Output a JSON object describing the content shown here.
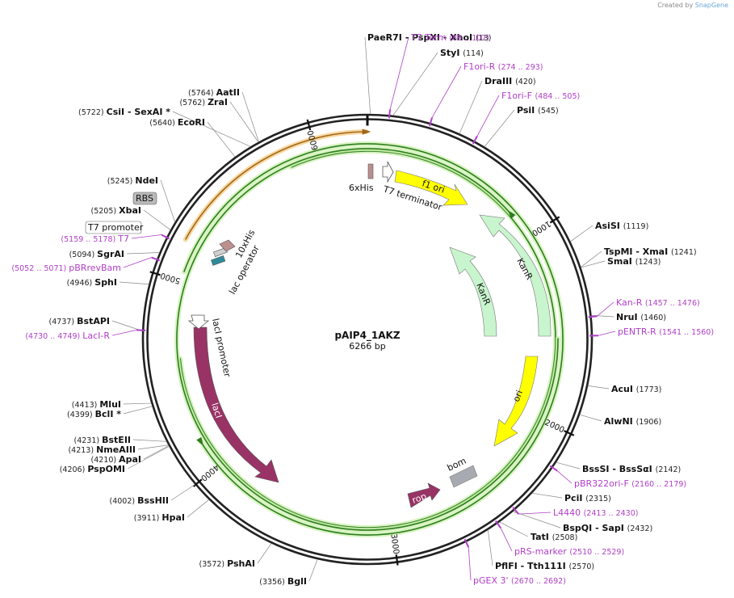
{
  "credit": {
    "prefix": "Created by",
    "brand": "SnapGene"
  },
  "plasmid": {
    "name": "pAIP4_1AKZ",
    "length_label": "6266 bp",
    "length": 6266
  },
  "ticks": [
    {
      "bp": 1000,
      "label": "1000"
    },
    {
      "bp": 2000,
      "label": "2000"
    },
    {
      "bp": 3000,
      "label": "3000"
    },
    {
      "bp": 4000,
      "label": "4000"
    },
    {
      "bp": 5000,
      "label": "5000"
    },
    {
      "bp": 6000,
      "label": "6000"
    }
  ],
  "sites": [
    {
      "text": "PaeR7I  - PspXI  - XhoI",
      "pos": "(13)",
      "bp": 13,
      "side": "R"
    },
    {
      "text": "StyI",
      "pos": "(114)",
      "bp": 114,
      "side": "R"
    },
    {
      "text": "DraIII",
      "pos": "(420)",
      "bp": 420,
      "side": "R"
    },
    {
      "text": "PsiI",
      "pos": "(545)",
      "bp": 545,
      "side": "R"
    },
    {
      "text": "AsiSI",
      "pos": "(1119)",
      "bp": 1119,
      "side": "R"
    },
    {
      "text": "TspMI  - XmaI",
      "pos": "(1241)",
      "bp": 1241,
      "side": "R"
    },
    {
      "text": "SmaI",
      "pos": "(1243)",
      "bp": 1243,
      "side": "R"
    },
    {
      "text": "NruI",
      "pos": "(1460)",
      "bp": 1460,
      "side": "R"
    },
    {
      "text": "AcuI",
      "pos": "(1773)",
      "bp": 1773,
      "side": "R"
    },
    {
      "text": "AlwNI",
      "pos": "(1906)",
      "bp": 1906,
      "side": "R"
    },
    {
      "text": "BssSI  - BssSαI",
      "pos": "(2142)",
      "bp": 2142,
      "side": "R"
    },
    {
      "text": "PciI",
      "pos": "(2315)",
      "bp": 2315,
      "side": "R"
    },
    {
      "text": "BspQI  - SapI",
      "pos": "(2432)",
      "bp": 2432,
      "side": "R"
    },
    {
      "text": "TatI",
      "pos": "(2508)",
      "bp": 2508,
      "side": "R"
    },
    {
      "text": "PflFI  - Tth111I",
      "pos": "(2570)",
      "bp": 2570,
      "side": "R"
    },
    {
      "text": "BglI",
      "pos": "(3356)",
      "bp": 3356,
      "side": "L"
    },
    {
      "text": "PshAI",
      "pos": "(3572)",
      "bp": 3572,
      "side": "L"
    },
    {
      "text": "HpaI",
      "pos": "(3911)",
      "bp": 3911,
      "side": "L"
    },
    {
      "text": "BssHII",
      "pos": "(4002)",
      "bp": 4002,
      "side": "L"
    },
    {
      "text": "PspOMI",
      "pos": "(4206)",
      "bp": 4206,
      "side": "L"
    },
    {
      "text": "ApaI",
      "pos": "(4210)",
      "bp": 4210,
      "side": "L"
    },
    {
      "text": "NmeAIII",
      "pos": "(4213)",
      "bp": 4213,
      "side": "L"
    },
    {
      "text": "BstEII",
      "pos": "(4231)",
      "bp": 4231,
      "side": "L"
    },
    {
      "text": "BclI *",
      "pos": "(4399)",
      "bp": 4399,
      "side": "L"
    },
    {
      "text": "MluI",
      "pos": "(4413)",
      "bp": 4413,
      "side": "L"
    },
    {
      "text": "BstAPI",
      "pos": "(4737)",
      "bp": 4737,
      "side": "L"
    },
    {
      "text": "SphI",
      "pos": "(4946)",
      "bp": 4946,
      "side": "L"
    },
    {
      "text": "SgrAI",
      "pos": "(5094)",
      "bp": 5094,
      "side": "L"
    },
    {
      "text": "XbaI",
      "pos": "(5205)",
      "bp": 5205,
      "side": "L"
    },
    {
      "text": "NdeI",
      "pos": "(5245)",
      "bp": 5245,
      "side": "L"
    },
    {
      "text": "EcoRI",
      "pos": "(5640)",
      "bp": 5640,
      "side": "L"
    },
    {
      "text": "CsiI  - SexAI *",
      "pos": "(5722)",
      "bp": 5722,
      "side": "L"
    },
    {
      "text": "ZraI",
      "pos": "(5762)",
      "bp": 5762,
      "side": "L"
    },
    {
      "text": "AatII",
      "pos": "(5764)",
      "bp": 5764,
      "side": "L"
    }
  ],
  "primers": [
    {
      "name": "T7 Term",
      "range": "(89 .. 107)",
      "bp": 98,
      "side": "R"
    },
    {
      "name": "F1ori-R",
      "range": "(274 .. 293)",
      "bp": 283,
      "side": "R"
    },
    {
      "name": "F1ori-F",
      "range": "(484 .. 505)",
      "bp": 494,
      "side": "R"
    },
    {
      "name": "Kan-R",
      "range": "(1457 .. 1476)",
      "bp": 1466,
      "side": "R"
    },
    {
      "name": "pENTR-R",
      "range": "(1541 .. 1560)",
      "bp": 1550,
      "side": "R"
    },
    {
      "name": "pBR322ori-F",
      "range": "(2160 .. 2179)",
      "bp": 2170,
      "side": "R"
    },
    {
      "name": "L4440",
      "range": "(2413 .. 2430)",
      "bp": 2421,
      "side": "R"
    },
    {
      "name": "pRS-marker",
      "range": "(2510 .. 2529)",
      "bp": 2519,
      "side": "R"
    },
    {
      "name": "pGEX 3'",
      "range": "(2670 .. 2692)",
      "bp": 2681,
      "side": "R"
    },
    {
      "name": "LacI-R",
      "range": "(4730 .. 4749)",
      "bp": 4740,
      "side": "L"
    },
    {
      "name": "pBRrevBam",
      "range": "(5052 .. 5071)",
      "bp": 5061,
      "side": "L"
    },
    {
      "name": "T7",
      "range": "(5159 .. 5178)",
      "bp": 5168,
      "side": "L"
    }
  ],
  "boxed_features": [
    {
      "label": "RBS",
      "style": "gray"
    },
    {
      "label": "T7 promoter",
      "style": "white"
    }
  ],
  "features": [
    {
      "label": "f1 ori",
      "color": "#ffff00"
    },
    {
      "label": "KanR",
      "color": "#c8f5cd"
    },
    {
      "label": "KanR",
      "color": "#c8f5cd"
    },
    {
      "label": "ori",
      "color": "#ffff00"
    },
    {
      "label": "rop",
      "color": "#993366"
    },
    {
      "label": "bom",
      "color": "#a7abb1"
    },
    {
      "label": "lacI",
      "color": "#993366"
    },
    {
      "label": "lacI promoter",
      "color": "#ffffff"
    },
    {
      "label": "lac operator",
      "color": "#2e8b9a"
    },
    {
      "label": "10xHis",
      "color": "#bc8f8f"
    },
    {
      "label": "6xHis",
      "color": "#bc8f8f"
    },
    {
      "label": "T7 terminator",
      "color": "#ffffff"
    }
  ],
  "colors": {
    "primer": "#b03ec8",
    "orf_green": "#2e7d1e",
    "orf_orange": "#a0661a",
    "backbone": "#222222"
  }
}
